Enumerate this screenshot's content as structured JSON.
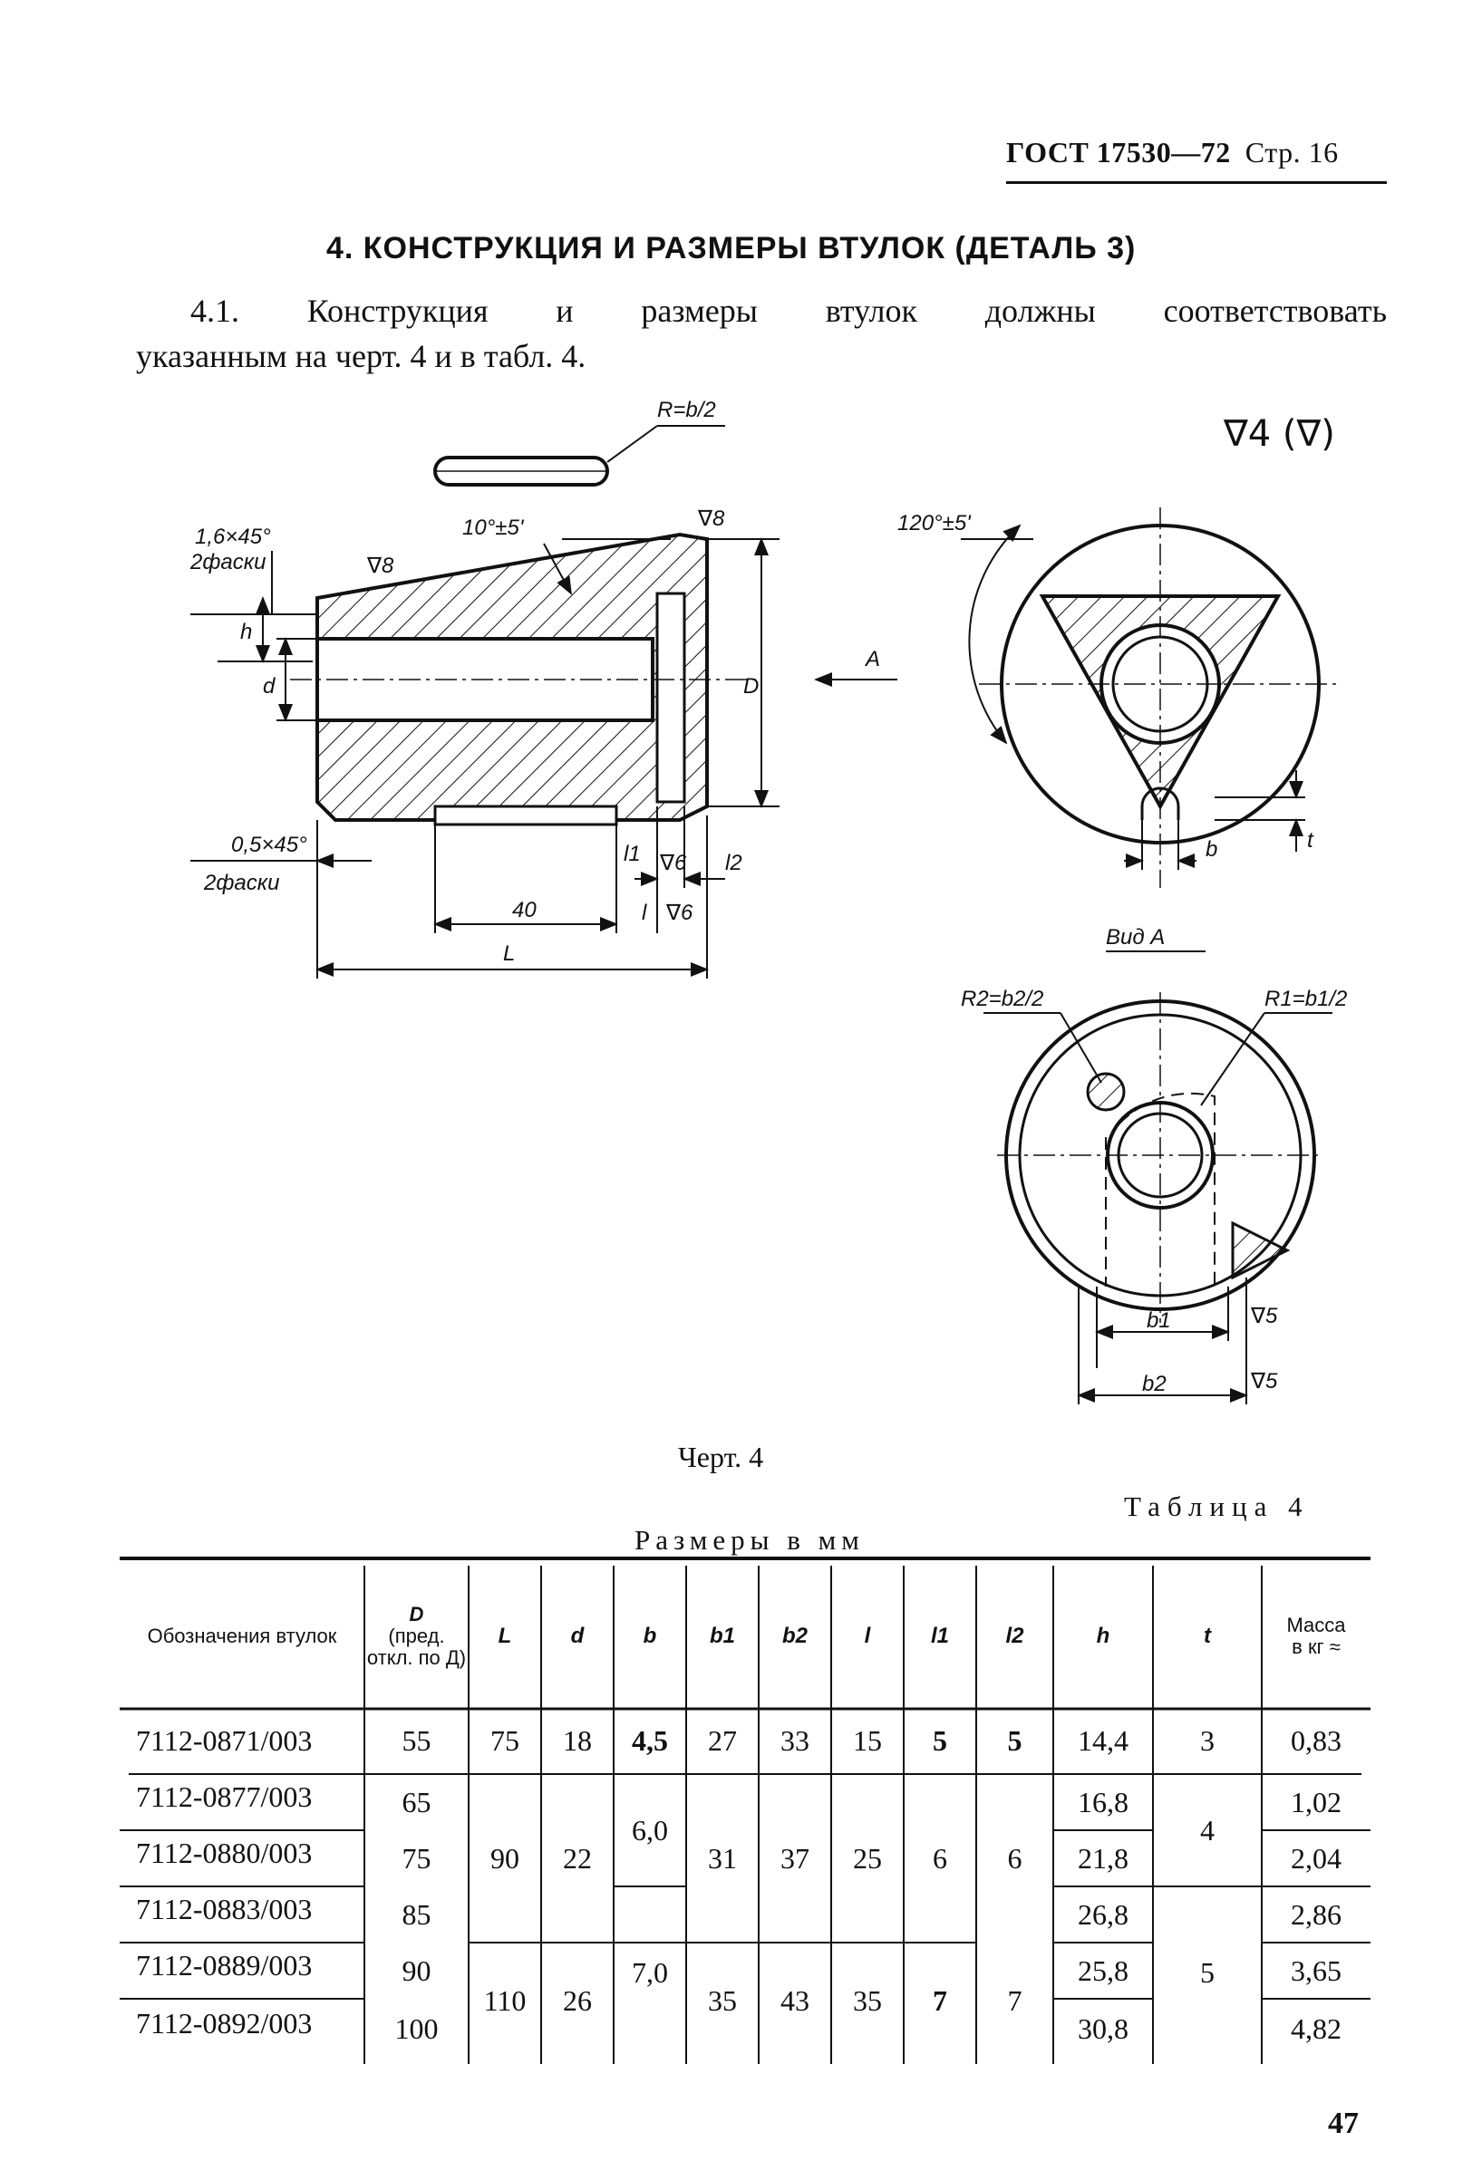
{
  "header": {
    "standard": "ГОСТ 17530—72",
    "page_ref": "Стр. 16"
  },
  "section_title": "4. КОНСТРУКЦИЯ И РАЗМЕРЫ ВТУЛОК (ДЕТАЛЬ 3)",
  "intro": {
    "line1": "4.1. Конструкция  и  размеры втулок должны соответствовать",
    "line2": "указанным на черт. 4 и в табл. 4."
  },
  "drawing": {
    "key_note": "R=b/2",
    "roughness_main": "∇4 (∇)",
    "chamfer_top": "1,6×45°",
    "chamfer_top_count": "2фаски",
    "taper": "10°±5'",
    "rough_8a": "∇8",
    "rough_8b": "∇8",
    "dim_h": "h",
    "dim_d": "d",
    "dim_D": "D",
    "arrow_A": "A",
    "chamfer_bottom": "0,5×45°",
    "chamfer_bottom_count": "2фаски",
    "dim_l1": "l1",
    "rough_6a": "∇6",
    "dim_l2": "l2",
    "dim_40": "40",
    "dim_l": "l",
    "rough_6b": "∇6",
    "dim_L": "L",
    "angle": "120°±5'",
    "dim_b": "b",
    "dim_t": "t",
    "view_A": "Вид А",
    "r2_note": "R2=b2/2",
    "r1_note": "R1=b1/2",
    "dim_b1": "b1",
    "rough_5a": "∇5",
    "dim_b2": "b2",
    "rough_5b": "∇5"
  },
  "figure_caption": "Черт. 4",
  "table_label": "Таблица 4",
  "table_units": "Размеры в мм",
  "table": {
    "headers": {
      "designation": "Обозначения втулок",
      "D_symbol": "D",
      "D_note": "(пред. откл. по Д)",
      "L": "L",
      "d": "d",
      "b": "b",
      "b1": "b1",
      "b2": "b2",
      "l": "l",
      "l1": "l1",
      "l2": "l2",
      "h": "h",
      "t": "t",
      "mass": "Масса в кг ≈"
    },
    "rows": [
      {
        "designation": "7112-0871/003",
        "D": "55",
        "h": "14,4",
        "mass": "0,83"
      },
      {
        "designation": "7112-0877/003",
        "D": "65",
        "h": "16,8",
        "mass": "1,02"
      },
      {
        "designation": "7112-0880/003",
        "D": "75",
        "h": "21,8",
        "mass": "2,04"
      },
      {
        "designation": "7112-0883/003",
        "D": "85",
        "h": "26,8",
        "mass": "2,86"
      },
      {
        "designation": "7112-0889/003",
        "D": "90",
        "h": "25,8",
        "mass": "3,65"
      },
      {
        "designation": "7112-0892/003",
        "D": "100",
        "h": "30,8",
        "mass": "4,82"
      }
    ],
    "grouped": {
      "L": [
        "75",
        "90",
        "110"
      ],
      "d": [
        "18",
        "22",
        "26"
      ],
      "b": [
        "4,5",
        "6,0",
        "7,0"
      ],
      "b1": [
        "27",
        "31",
        "35"
      ],
      "b2": [
        "33",
        "37",
        "43"
      ],
      "l": [
        "15",
        "25",
        "35"
      ],
      "l1": [
        "5",
        "6",
        "7"
      ],
      "l2": [
        "5",
        "6",
        "7"
      ],
      "t": [
        "3",
        "4",
        "5"
      ]
    }
  },
  "page_number": "47"
}
